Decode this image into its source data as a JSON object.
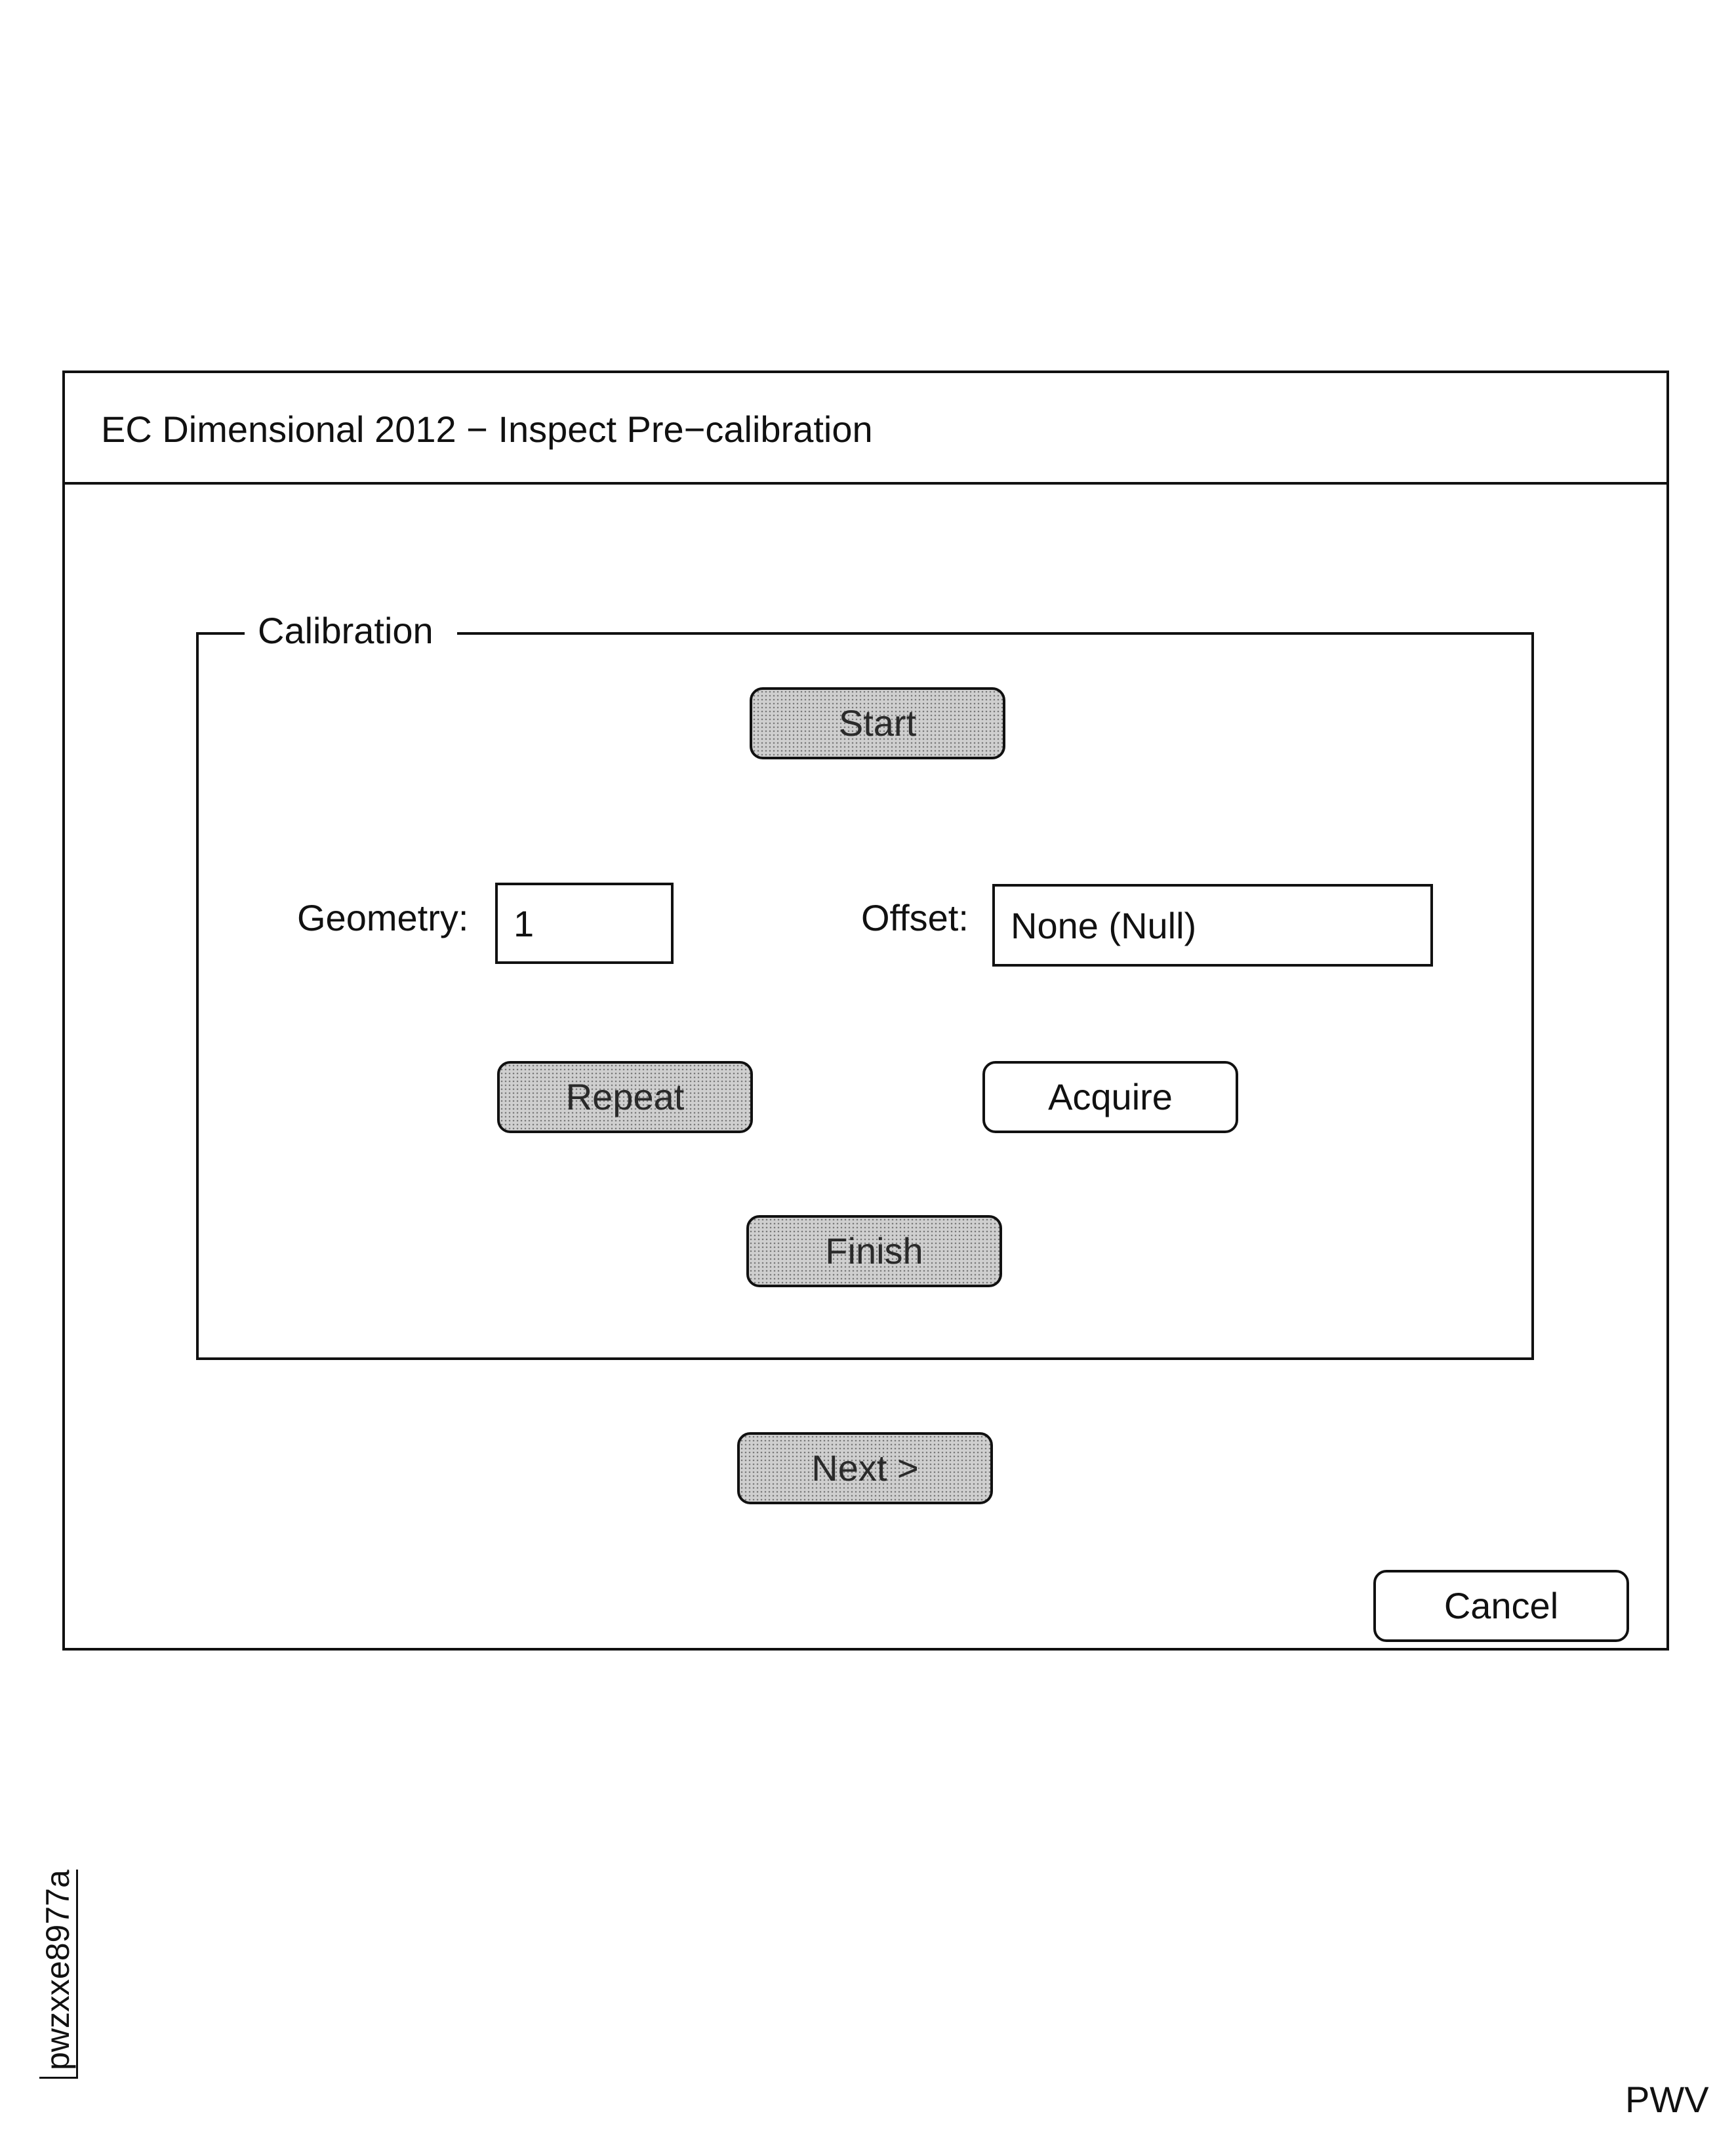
{
  "window": {
    "title": "EC Dimensional 2012 − Inspect Pre−calibration"
  },
  "calibration": {
    "legend": "Calibration",
    "start_label": "Start",
    "geometry_label": "Geometry:",
    "geometry_value": "1",
    "offset_label": "Offset:",
    "offset_value": "None (Null)",
    "repeat_label": "Repeat",
    "acquire_label": "Acquire",
    "finish_label": "Finish"
  },
  "footer": {
    "next_label": "Next >",
    "cancel_label": "Cancel"
  },
  "annotations": {
    "side_code": "pwzxxe8977a",
    "corner_code": "PWV"
  }
}
